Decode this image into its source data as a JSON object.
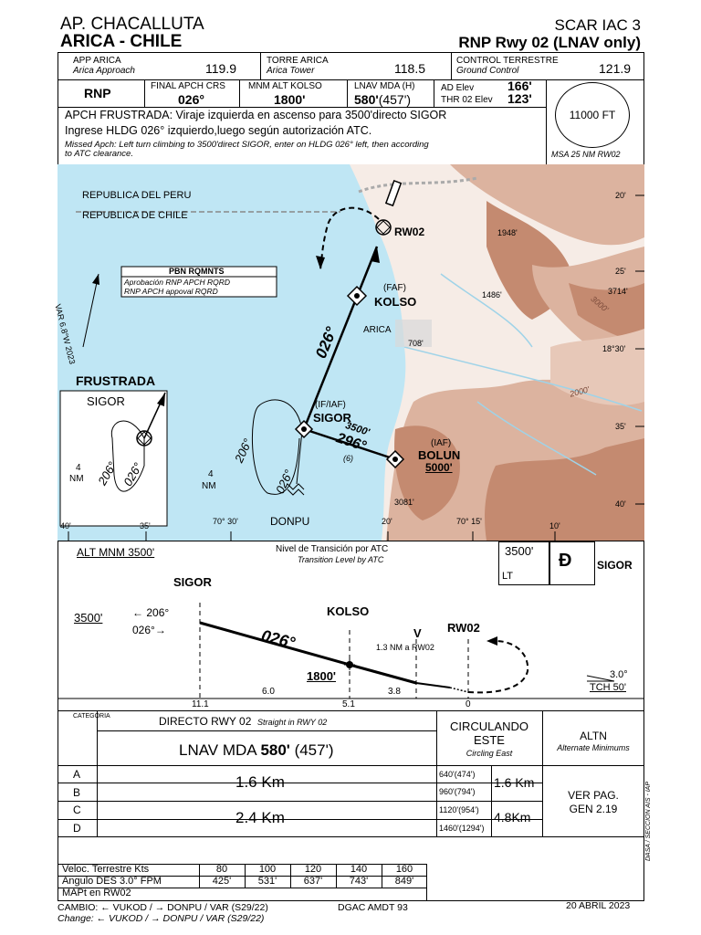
{
  "header": {
    "airport": "AP. CHACALLUTA",
    "city": "ARICA - CHILE",
    "chart_id": "SCAR IAC 3",
    "procedure": "RNP Rwy 02 (LNAV only)"
  },
  "comms": {
    "app": {
      "title": "APP ARICA",
      "sub": "Arica Approach",
      "freq": "119.9"
    },
    "twr": {
      "title": "TORRE ARICA",
      "sub": "Arica Tower",
      "freq": "118.5"
    },
    "gnd": {
      "title": "CONTROL TERRESTRE",
      "sub": "Ground Control",
      "freq": "121.9"
    }
  },
  "info": {
    "type": "RNP",
    "final_crs_label": "FINAL APCH CRS",
    "final_crs": "026°",
    "min_alt_label": "MNM ALT KOLSO",
    "min_alt": "1800'",
    "mda_label": "LNAV MDA (H)",
    "mda": "580'",
    "mda_h": "(457')",
    "ad_elev_label": "AD Elev",
    "ad_elev": "166'",
    "thr_elev_label": "THR 02 Elev",
    "thr_elev": "123'",
    "msa": "11000 FT",
    "msa_label": "MSA 25 NM RW02"
  },
  "missed": {
    "es_1": "APCH FRUSTRADA: Viraje izquierda en ascenso para 3500'directo SIGOR",
    "es_2": "Ingrese HLDG 026° izquierdo,luego según autorización ATC.",
    "en_1": "Missed Apch: Left turn climbing to 3500'direct SIGOR, enter on HLDG 026° left, then according",
    "en_2": "to ATC clearance."
  },
  "plan": {
    "border_peru": "REPUBLICA DEL PERU",
    "border_chile": "REPUBLICA DE CHILE",
    "pbn_title": "PBN RQMNTS",
    "pbn_es": "Aprobación RNP APCH RQRD",
    "pbn_en": "RNP APCH appoval RQRD",
    "var": "VAR 6.8°W 2023",
    "rw02": "RW02",
    "kolso": "KOLSO",
    "faf": "(FAF)",
    "arica": "ARICA",
    "sigor": "SIGOR",
    "iaf_if": "(IF/IAF)",
    "bolun": "BOLUN",
    "iaf": "(IAF)",
    "bolun_alt": "5000'",
    "crs_026": "026°",
    "crs_296": "296°",
    "alt_3500": "3500'",
    "dist_6": "(6)",
    "frustrada": "FRUSTRADA",
    "frus_sigor": "SIGOR",
    "hold_206": "206°",
    "hold_026": "026°",
    "hold_4nm": "4",
    "hold_nm": "NM",
    "donpu": "DONPU",
    "elev_1948": "1948'",
    "elev_1486": "1486'",
    "elev_3714": "3714'",
    "elev_708": "708'",
    "elev_3081": "3081'",
    "contour_3000": "3000'",
    "contour_2000": "2000'",
    "lat_20": "20'",
    "lat_25": "25'",
    "lat_1830": "18°30'",
    "lat_35": "35'",
    "lat_40": "40'",
    "lon_40": "40'",
    "lon_35": "35'",
    "lon_7030": "70° 30'",
    "lon_20": "20'",
    "lon_7015": "70° 15'",
    "lon_10": "10'"
  },
  "profile": {
    "alt_mnm": "ALT MNM  3500'",
    "trans_es": "Nivel de Transición por ATC",
    "trans_en": "Transition Level by ATC",
    "lt_alt": "3500'",
    "lt": "LT",
    "lt_fix": "SIGOR",
    "sigor": "SIGOR",
    "kolso": "KOLSO",
    "rw02": "RW02",
    "v": "V",
    "v_note": "1.3 NM a RW02",
    "alt_3500": "3500'",
    "crs_206": "206°",
    "crs_026_small": "026°",
    "crs_026": "026°",
    "alt_1800": "1800'",
    "seg_60": "6.0",
    "seg_38": "3.8",
    "d_111": "11.1",
    "d_51": "5.1",
    "d_0": "0",
    "gs": "3.0°",
    "tch": "TCH 50'"
  },
  "minima": {
    "cat_label": "CATEGORIA",
    "straight_es": "DIRECTO  RWY 02",
    "straight_en": "Straight in RWY 02",
    "lnav_pre": "LNAV MDA ",
    "lnav_val": "580'",
    "lnav_post": " (457')",
    "circ_es": "CIRCULANDO ESTE",
    "circ_en": "Circling East",
    "altn_es": "ALTN",
    "altn_en": "Alternate Minimums",
    "cats": [
      "A",
      "B",
      "C",
      "D"
    ],
    "vis_ab": "1.6 Km",
    "vis_cd": "2.4 Km",
    "circ_alts": [
      "640'(474')",
      "960'(794')",
      "1120'(954')",
      "1460'(1294')"
    ],
    "circ_vis_ab": "1.6 Km",
    "circ_vis_cd": "4.8Km",
    "altn_ref_1": "VER PAG.",
    "altn_ref_2": "GEN 2.19",
    "side_label": "DASA / SECCION AIS - IAP"
  },
  "speed_table": {
    "row1_label": "Veloc. Terrestre Kts",
    "row2_label": "Angulo DES 3.0° FPM",
    "row3_label": "MAPt en RW02",
    "speeds": [
      "80",
      "100",
      "120",
      "140",
      "160"
    ],
    "fpm": [
      "425'",
      "531'",
      "637'",
      "743'",
      "849'"
    ]
  },
  "footer": {
    "change_es": "CAMBIO: ← VUKOD / → DONPU / VAR (S29/22)",
    "change_en": "Change: ← VUKOD / → DONPU / VAR (S29/22)",
    "amdt": "DGAC   AMDT 93",
    "date": "20 ABRIL 2023"
  },
  "colors": {
    "sea": "#bfe6f4",
    "terrain_1": "#f0e0d6",
    "terrain_2": "#dcb39f",
    "terrain_3": "#c48a70",
    "river": "#9fd3e8"
  }
}
